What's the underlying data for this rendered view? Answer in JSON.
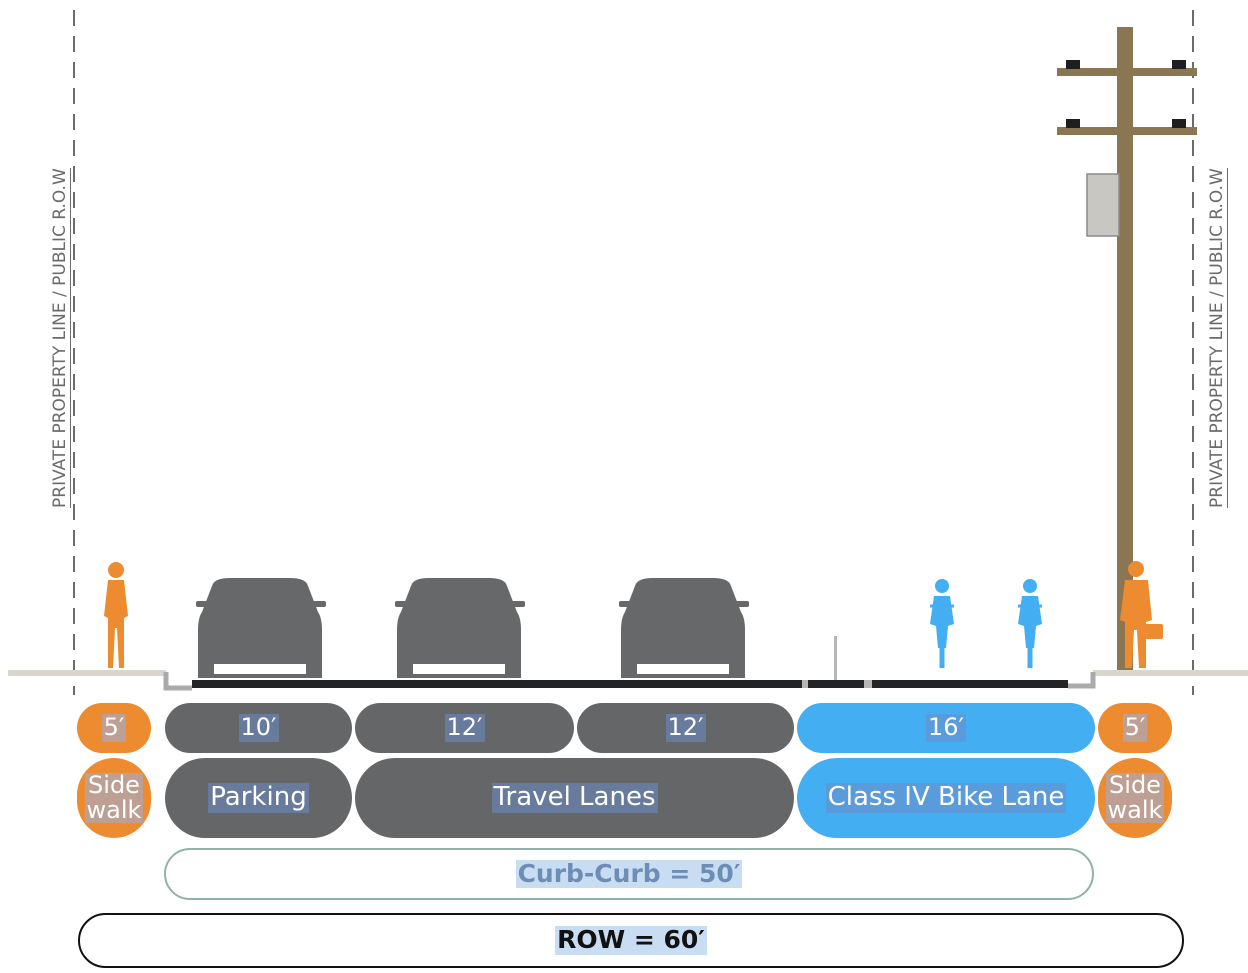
{
  "property_line_label": "PRIVATE PROPERTY LINE / PUBLIC R.O.W",
  "segments": {
    "left_sidewalk": {
      "width": "5′",
      "label_line1": "Side",
      "label_line2": "walk"
    },
    "parking": {
      "width": "10′",
      "label": "Parking"
    },
    "travel_lane_1": {
      "width": "12′"
    },
    "travel_lane_2": {
      "width": "12′"
    },
    "travel_lanes": {
      "label": "Travel Lanes"
    },
    "bike_lane": {
      "width": "16′",
      "label": "Class IV Bike Lane"
    },
    "right_sidewalk": {
      "width": "5′",
      "label_line1": "Side",
      "label_line2": "walk"
    }
  },
  "totals": {
    "curb_to_curb": "Curb-Curb = 50′",
    "row": "ROW = 60′"
  },
  "colors": {
    "vehicle_lane": "#646667",
    "bike_lane": "#43aef2",
    "sidewalk": "#ec8b2f",
    "pole": "#8a7653",
    "property_line": "#6b6b6b"
  }
}
